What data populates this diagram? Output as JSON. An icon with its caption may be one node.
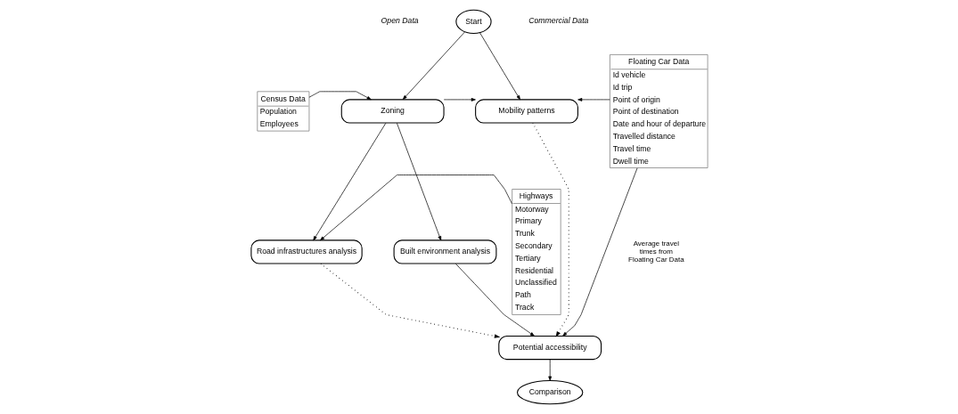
{
  "diagram": {
    "nodes": [
      {
        "text": [
          "Start"
        ]
      },
      {
        "text": [
          "Census Data",
          "Population",
          "Employees"
        ]
      },
      {
        "text": [
          "Zoning"
        ]
      },
      {
        "text": [
          "Mobility patterns"
        ]
      },
      {
        "text": [
          "Floating Car Data",
          "Id vehicle",
          "Id trip",
          "Point of origin",
          "Point of destination",
          "Date and hour of departure",
          "Travelled distance",
          "Travel time",
          "Dwell time"
        ]
      },
      {
        "text": [
          "Highways",
          "Motorway",
          "Primary",
          "Trunk",
          "Secondary",
          "Tertiary",
          "Residential",
          "Unclassified",
          "Path",
          "Track"
        ]
      },
      {
        "text": [
          "Road infrastructures analysis"
        ]
      },
      {
        "text": [
          "Built environment analysis"
        ]
      },
      {
        "text": [
          "Potential accessibility"
        ]
      },
      {
        "text": [
          "Comparison"
        ]
      }
    ],
    "edges": [
      {
        "from": 0,
        "to": 2,
        "arrow": "to"
      },
      {
        "from": 0,
        "to": 3,
        "arrow": "to"
      },
      {
        "from": 1,
        "to": 2,
        "arrow": "to"
      },
      {
        "from": 2,
        "to": 3,
        "arrow": "to"
      },
      {
        "from": 4,
        "to": 3,
        "arrow": "to"
      },
      {
        "from": 2,
        "to": 6,
        "arrow": "to"
      },
      {
        "from": 2,
        "to": 7,
        "arrow": "to"
      },
      {
        "from": 5,
        "to": 6,
        "arrow": "to"
      },
      {
        "from": 6,
        "to": 8,
        "arrow": "to",
        "style": "dashed"
      },
      {
        "from": 3,
        "to": 8,
        "arrow": "to",
        "style": "dashed"
      },
      {
        "from": 7,
        "to": 8,
        "arrow": "to"
      },
      {
        "from": 4,
        "to": 8,
        "arrow": "to",
        "label": "Average travel times from Floating Car Data"
      },
      {
        "from": 8,
        "to": 9,
        "arrow": "to"
      }
    ],
    "labels": [
      "Open Data",
      "Commercial Data"
    ]
  }
}
